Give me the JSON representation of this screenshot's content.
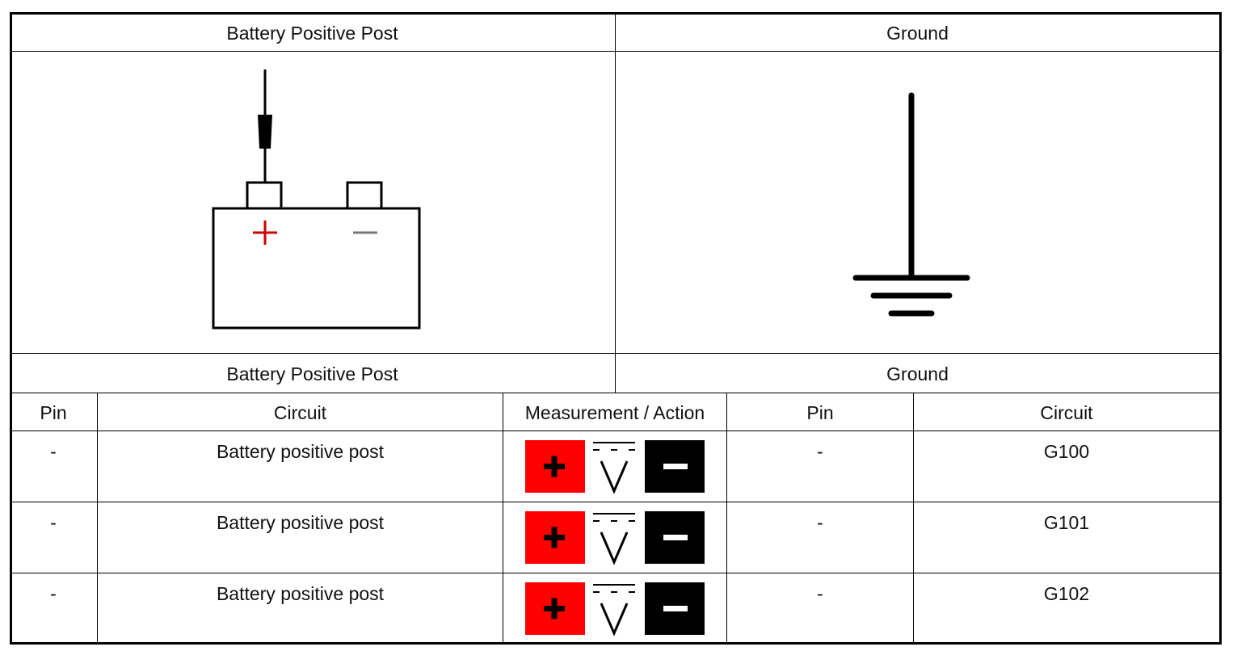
{
  "header": {
    "left_title": "Battery Positive Post",
    "right_title": "Ground"
  },
  "subheader": {
    "left_title": "Battery Positive Post",
    "right_title": "Ground"
  },
  "table": {
    "columns": [
      "Pin",
      "Circuit",
      "Measurement / Action",
      "Pin",
      "Circuit"
    ],
    "rows": [
      {
        "pin_a": "-",
        "circuit_a": "Battery positive post",
        "pin_b": "-",
        "circuit_b": "G100"
      },
      {
        "pin_a": "-",
        "circuit_a": "Battery positive post",
        "pin_b": "-",
        "circuit_b": "G101"
      },
      {
        "pin_a": "-",
        "circuit_a": "Battery positive post",
        "pin_b": "-",
        "circuit_b": "G102"
      }
    ]
  },
  "icons": {
    "battery": "battery-with-probe-icon",
    "ground": "ground-symbol-icon",
    "meter_positive": "meter-positive-lead-icon",
    "meter_voltage": "dc-voltage-icon",
    "meter_negative": "meter-negative-lead-icon"
  },
  "colors": {
    "positive_red": "#ff0000",
    "negative_black": "#000000",
    "battery_plus": "#cc0000",
    "battery_minus": "#777777"
  }
}
